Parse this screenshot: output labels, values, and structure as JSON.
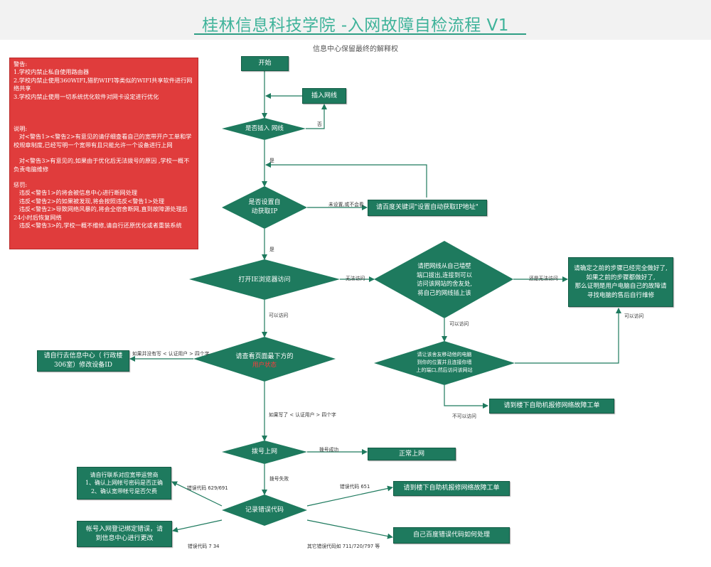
{
  "header": {
    "title": "桂林信息科技学院 -入网故障自检流程  V1",
    "subtitle": "信息中心保留最终的解释权"
  },
  "warning_panel": {
    "lines": [
      "警告:",
      "1.学校内禁止私自使用路由器",
      "2.学校内禁止使用360WIFI,猎豹WIFI等类似的WIFI共享软件进行网络共享",
      "3.学校内禁止使用一切系统优化软件对网卡设定进行优化",
      "说明:",
      "   对<警告1><警告2>有意见的请仔细查看自己的宽带开户工单和学校规章制度,已经写明一个宽带有且只能允许一个设备进行上网",
      "   对<警告3>有意见的,如果由于优化后无法拨号的原因 ,学校一概不负责电脑维修",
      "惩罚:",
      "   违反<警告1>的将会被信息中心进行断网处理",
      "   违反<警告2>的如果被发现,将会按照违反<警告1>处理",
      "   违反<警告2>导致网络风暴的,将会全宿舍断网,直到故障源处理后24小时后恢复网络",
      "   违反<警告3>的,学校一概不维修,请自行还原优化或者重装系统"
    ]
  },
  "nodes": {
    "start": "开始",
    "plug_cable": "插入网线",
    "is_plugged": "是否插入 网线",
    "auto_ip": "是否设置自\n动获取IP",
    "search_auto_ip": "请百度关键词\"设置自动获取IP地址\"",
    "open_ie": "打开IE浏览器访问",
    "roommate_cable": "请把网线从自己墙壁\n端口拔出,连接到可以\n访问该网站的舍友处,\n将自己的网线插上该",
    "pc_fault": "请确定之前的步骤已经完全做好了,\n如果之前的步骤都做好了,\n那么证明是用户电脑自己的故障请\n寻找电脑的售后自行维修",
    "check_page": "请查看页面最下方的",
    "check_page_red": "用户状态",
    "modify_id": "请自行去信息中心（ 行政楼\n306室）修改设备ID",
    "roommate_pc": "请让该舍友移动他的电脑\n到你的位置并且连接你墙\n上的端口,然后访问该网站",
    "repair_ticket_1": "请到楼下自助机报修网络故障工单",
    "dial_up": "拨号上网",
    "normal": "正常上网",
    "record_error": "记录错误代码",
    "contact_isp": "请自行联系对应宽带运营商\n1、确认上网帐号密码是否正确\n2、确认宽带帐号是否欠费",
    "repair_ticket_2": "请到楼下自助机报修网络故障工单",
    "account_bind": "帐号入网登记绑定错误，请\n到信息中心进行更改",
    "search_error": "自己百度错误代码如何处理"
  },
  "edges": {
    "no": "否",
    "yes_1": "是",
    "not_set": "未设置,或不会看",
    "yes_2": "是",
    "cannot_access": "无法访问",
    "still_cannot": "还是无法访问",
    "can_access_1": "可以访问",
    "can_access_2": "可以访问",
    "can_access_3": "可以访问",
    "no_auth": "如果并没有写 < 认证用户 > 四个字",
    "written_auth": "如果写了 < 认证用户 > 四个字",
    "cannot_access_2": "不可以访问",
    "dial_success": "拨号成功",
    "dial_fail": "拨号失败",
    "code_629": "错误代码 629/691",
    "code_651": "错误代码 651",
    "code_734": "错误代码 7 34",
    "code_other": "其它错误代码如 711/720/797 等"
  },
  "colors": {
    "node_fill": "#1e7a5e",
    "title": "#3fb39a",
    "warning": "#e03c3c",
    "arrow": "#1e7a5e"
  }
}
